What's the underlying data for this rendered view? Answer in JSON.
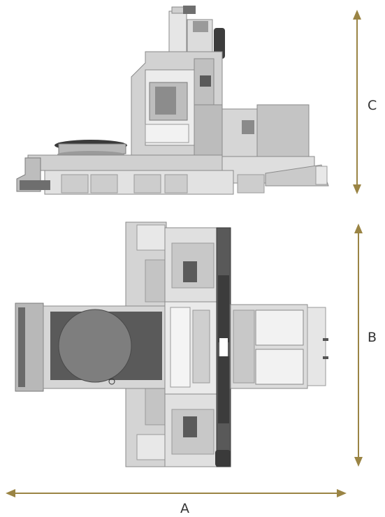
{
  "dimensions": {
    "a": {
      "label": "A"
    },
    "b": {
      "label": "B"
    },
    "c": {
      "label": "C"
    }
  },
  "colors": {
    "dimension_arrow": "#9a8444",
    "machine_light": "#e4e4e4",
    "machine_mid": "#c8c8c8",
    "machine_dark": "#7a7a7a",
    "machine_darkest": "#4a4a4a",
    "outline": "#8a8a8a"
  }
}
